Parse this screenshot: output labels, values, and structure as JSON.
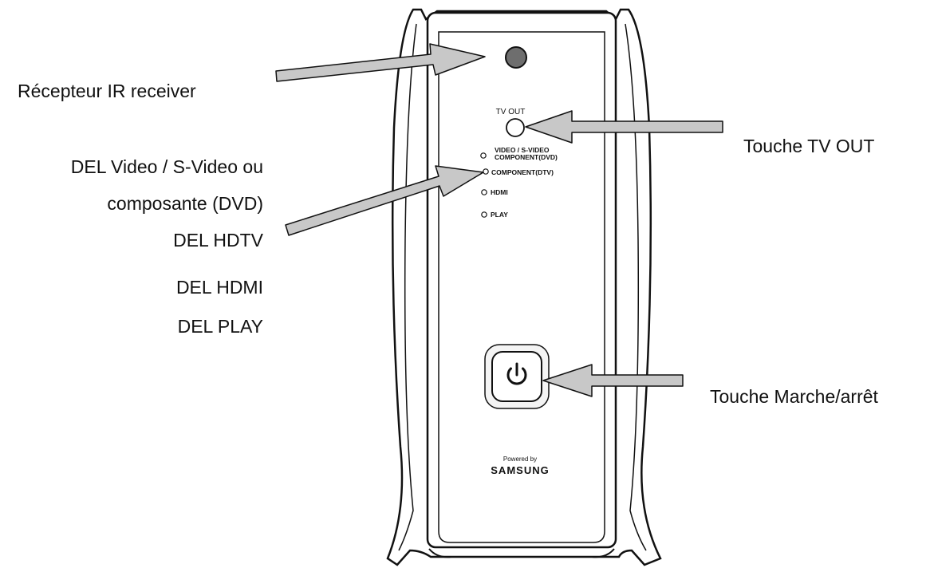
{
  "device": {
    "tv_out_label": "TV OUT",
    "led_labels": {
      "video_line1": "VIDEO / S-VIDEO",
      "video_line2": "COMPONENT(DVD)",
      "component": "COMPONENT(DTV)",
      "hdmi": "HDMI",
      "play": "PLAY"
    },
    "powered_by": "Powered by",
    "brand": "SAMSUNG",
    "power_symbol": "⏻"
  },
  "callouts": {
    "ir_receiver": "Récepteur IR receiver",
    "tv_out_button": "Touche TV OUT",
    "led_video_line1": "DEL Video / S-Video ou",
    "led_video_line2": "composante (DVD)",
    "led_hdtv": "DEL HDTV",
    "led_hdmi": "DEL HDMI",
    "led_play": "DEL PLAY",
    "power_button": "Touche Marche/arrêt"
  },
  "colors": {
    "outline": "#111111",
    "arrow_fill": "#c8c8c8",
    "ir_sensor": "#6e6e6e",
    "background": "#ffffff"
  }
}
